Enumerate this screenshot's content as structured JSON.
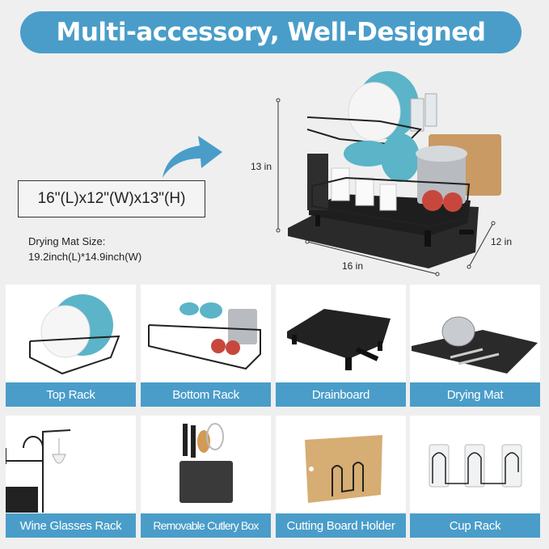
{
  "banner": {
    "title": "Multi-accessory, Well-Designed"
  },
  "dimensions": {
    "overall": "16\"(L)x12\"(W)x13\"(H)",
    "mat_line1": "Drying Mat Size:",
    "mat_line2": "19.2inch(L)*14.9inch(W)",
    "height_label": "13 in",
    "length_label": "16 in",
    "width_label": "12 in"
  },
  "colors": {
    "accent": "#4a9dc9",
    "background": "#efefef"
  },
  "tiles": [
    {
      "label": "Top Rack"
    },
    {
      "label": "Bottom Rack"
    },
    {
      "label": "Drainboard"
    },
    {
      "label": "Drying Mat"
    },
    {
      "label": "Wine Glasses Rack"
    },
    {
      "label": "Removable Cutlery Box"
    },
    {
      "label": "Cutting Board Holder"
    },
    {
      "label": "Cup Rack"
    }
  ]
}
